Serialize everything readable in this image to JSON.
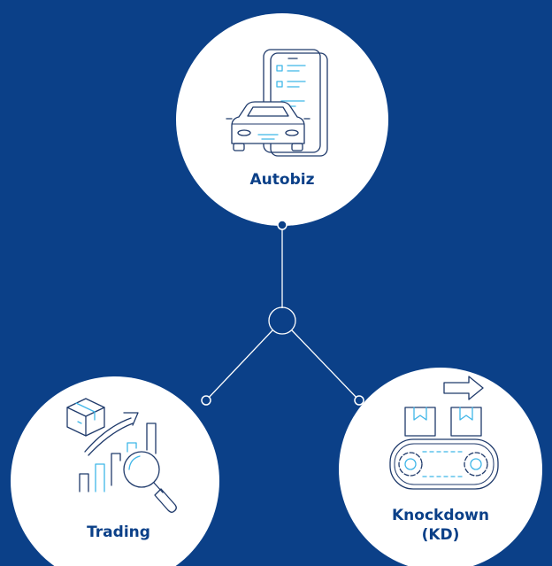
{
  "nodes": {
    "autobiz": {
      "label": "Autobiz",
      "icon": "car-with-checklist-icon"
    },
    "trading": {
      "label": "Trading",
      "icon": "box-growth-chart-magnifier-icon"
    },
    "knockdown": {
      "label": "Knockdown",
      "label2": "(KD)",
      "icon": "conveyor-belt-boxes-icon"
    }
  },
  "colors": {
    "background": "#0b4088",
    "circle_fill": "#ffffff",
    "connector": "#ffffff",
    "dot": "#0b4088",
    "icon_dark": "#1f3a6b",
    "icon_accent": "#3fb6e8",
    "label": "#0b4088"
  }
}
